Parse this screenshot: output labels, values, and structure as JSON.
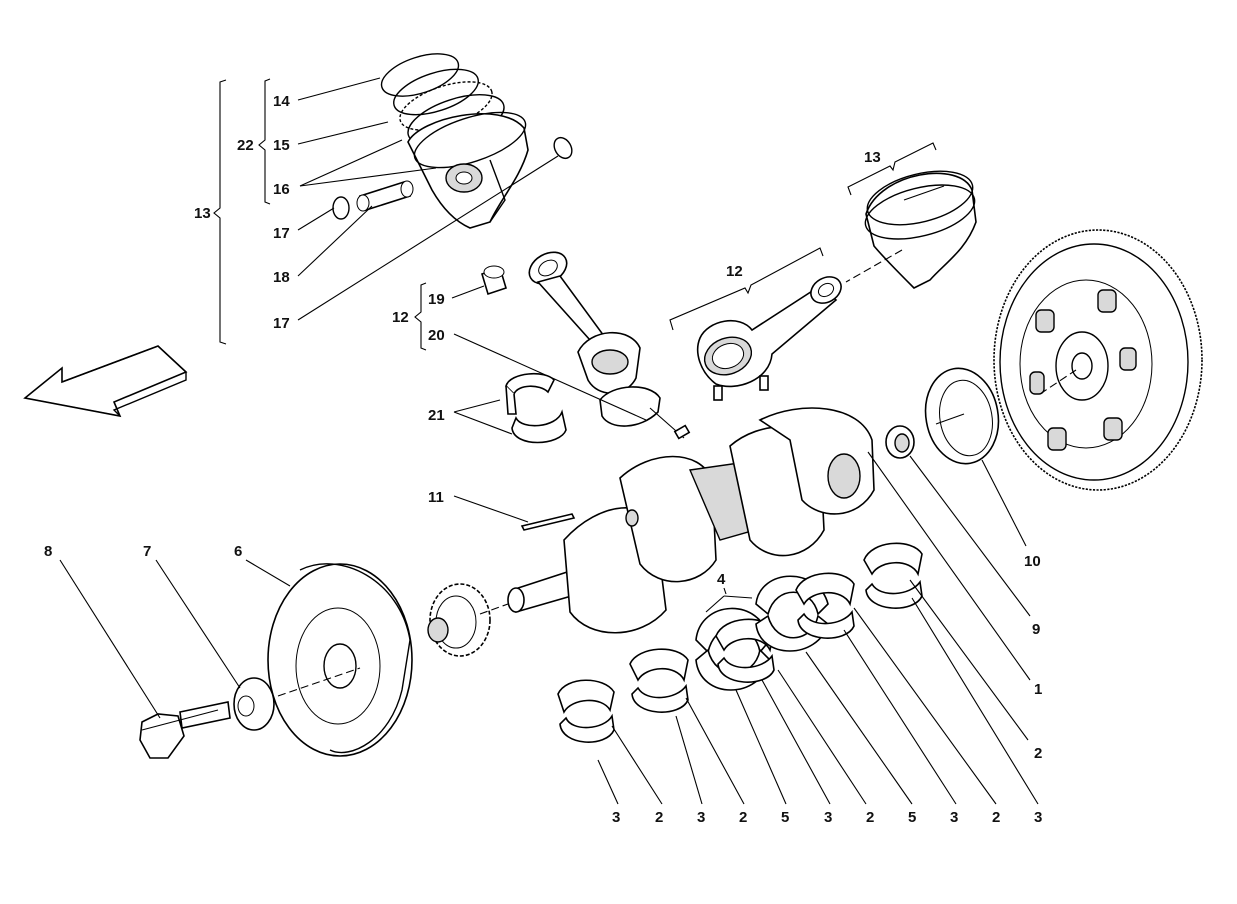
{
  "diagram": {
    "labels": {
      "l14": "14",
      "l15": "15",
      "l16": "16",
      "l17a": "17",
      "l18": "18",
      "l17b": "17",
      "l22": "22",
      "l13a": "13",
      "l13b": "13",
      "l12a": "12",
      "l12b": "12",
      "l19": "19",
      "l20": "20",
      "l21": "21",
      "l11": "11",
      "l8": "8",
      "l7": "7",
      "l6": "6",
      "l4": "4",
      "l10": "10",
      "l9": "9",
      "l1": "1",
      "l2r": "2",
      "b1": "3",
      "b2": "2",
      "b3": "3",
      "b4": "2",
      "b5": "5",
      "b6": "3",
      "b7": "2",
      "b8": "5",
      "b9": "3",
      "b10": "2",
      "b11": "3"
    }
  }
}
